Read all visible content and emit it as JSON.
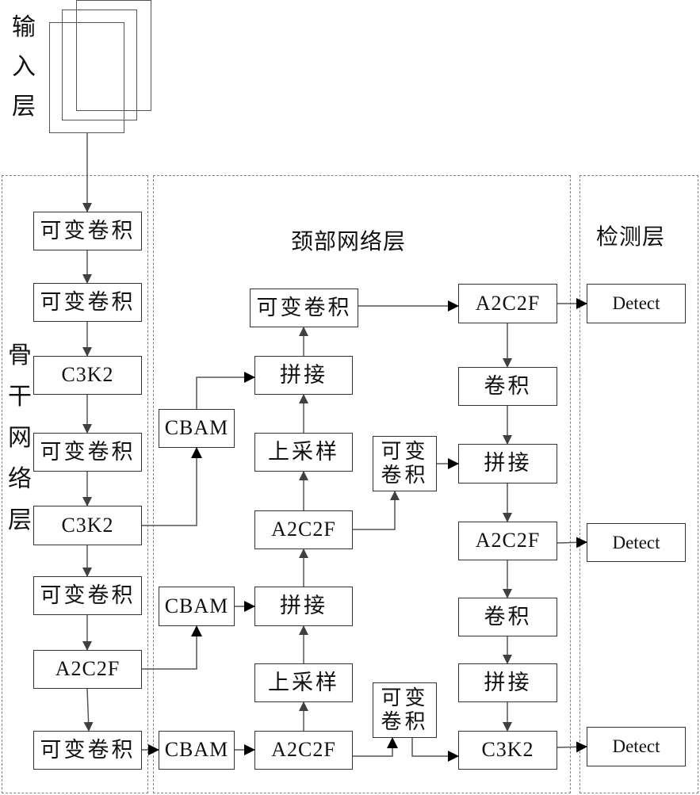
{
  "input_layer": {
    "label_chars": [
      "输",
      "入",
      "层"
    ]
  },
  "backbone": {
    "label_chars": [
      "骨",
      "干",
      "网",
      "络",
      "层"
    ],
    "nodes": [
      "可变卷积",
      "可变卷积",
      "C3K2",
      "可变卷积",
      "C3K2",
      "可变卷积",
      "A2C2F",
      "可变卷积"
    ]
  },
  "neck": {
    "title": "颈部网络层",
    "cbam": [
      "CBAM",
      "CBAM",
      "CBAM"
    ],
    "column_up": [
      "可变卷积",
      "拼接",
      "上采样",
      "A2C2F",
      "拼接",
      "上采样",
      "A2C2F"
    ],
    "dconv_side": [
      "可变卷积",
      "可变卷积"
    ],
    "column_down": [
      "A2C2F",
      "卷积",
      "拼接",
      "A2C2F",
      "卷积",
      "拼接",
      "C3K2"
    ]
  },
  "detect": {
    "title": "检测层",
    "heads": [
      "Detect",
      "Detect",
      "Detect"
    ]
  },
  "colors": {
    "line": "#444444",
    "arrow_dark": "#000000",
    "arrow_gray": "#404040",
    "frame": "#808080"
  }
}
